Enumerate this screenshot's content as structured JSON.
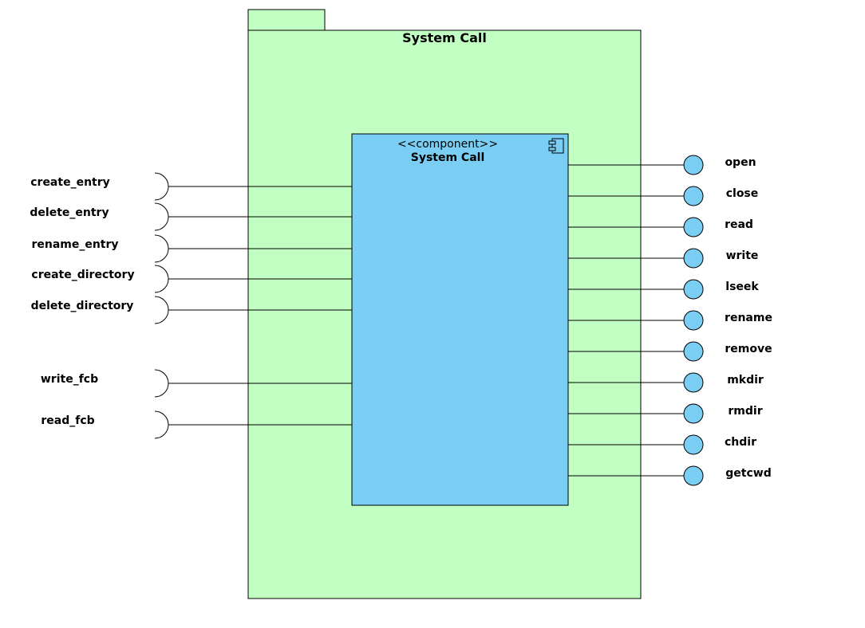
{
  "colors": {
    "package_fill": "#C2FFC2",
    "component_fill": "#7ACEF4",
    "stroke": "#000000",
    "background": "#FFFFFF"
  },
  "package": {
    "title": "System Call"
  },
  "component": {
    "stereotype": "<<component>>",
    "name": "System Call",
    "icon": "component-icon"
  },
  "required_interfaces": [
    {
      "name": "create_entry"
    },
    {
      "name": "delete_entry"
    },
    {
      "name": "rename_entry"
    },
    {
      "name": "create_directory"
    },
    {
      "name": "delete_directory"
    },
    {
      "name": "write_fcb"
    },
    {
      "name": "read_fcb"
    }
  ],
  "provided_interfaces": [
    {
      "name": "open"
    },
    {
      "name": "close"
    },
    {
      "name": "read"
    },
    {
      "name": "write"
    },
    {
      "name": "lseek"
    },
    {
      "name": "rename"
    },
    {
      "name": "remove"
    },
    {
      "name": "mkdir"
    },
    {
      "name": "rmdir"
    },
    {
      "name": "chdir"
    },
    {
      "name": "getcwd"
    }
  ]
}
